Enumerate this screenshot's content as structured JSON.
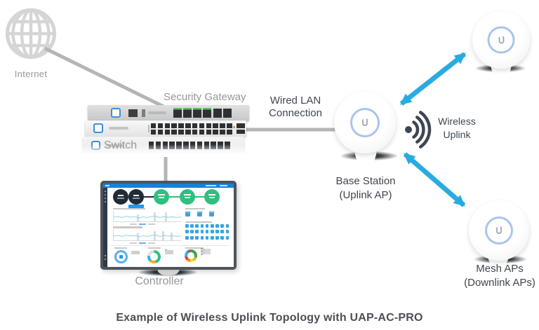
{
  "caption": "Example of Wireless Uplink Topology with UAP-AC-PRO",
  "nodes": {
    "internet": {
      "label": "Internet"
    },
    "security_gateway": {
      "label": "Security Gateway"
    },
    "switch": {
      "label": "Switch"
    },
    "controller": {
      "label": "Controller"
    },
    "base_station": {
      "line1": "Base Station",
      "line2": "(Uplink AP)"
    },
    "mesh_aps": {
      "line1": "Mesh APs",
      "line2": "(Downlink APs)"
    }
  },
  "links": {
    "wired_lan": {
      "line1": "Wired LAN",
      "line2": "Connection"
    },
    "wireless_uplink": {
      "line1": "Wireless",
      "line2": "Uplink"
    }
  },
  "icons": {
    "internet": "globe-icon",
    "wireless_uplink": "wifi-signal-icon",
    "access_point_logo": "ubiquiti-logo-icon",
    "uplink_arrows": "double-headed-arrow-icon"
  },
  "colors": {
    "arrow_blue": "#29abe2",
    "ap_ring_blue": "#a9c4ee",
    "connector_gray": "#b5b5b5",
    "globe_gray": "#d5d5d6",
    "label_gray": "#97979a",
    "label_dark": "#3e4650",
    "caption_color": "#4a5057",
    "ubnt_blue": "#3f8fd8",
    "port_dark": "#2e3134",
    "dashboard_blue": "#1b80d4",
    "dashboard_green": "#2fbf7f",
    "dashboard_dark": "#202b36",
    "sidebar_dark": "#2c3a49",
    "wifi_icon_dark": "#3d4752"
  }
}
